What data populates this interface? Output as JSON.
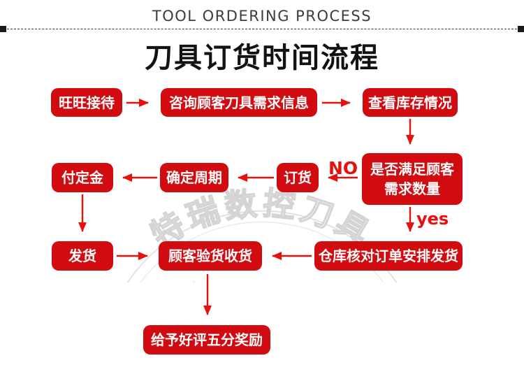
{
  "header": {
    "eyebrow": "TOOL ORDERING PROCESS",
    "title": "刀具订货时间流程"
  },
  "colors": {
    "box_red": "#d20b10",
    "arrow_red": "#e8100c",
    "box_text": "#ffffff",
    "header_text": "#3c3c3c",
    "title_text": "#121212",
    "watermark_gray": "#d4d4d4"
  },
  "flowchart": {
    "nodes": [
      {
        "label": "旺旺接待"
      },
      {
        "label": "咨询顾客刀具需求信息"
      },
      {
        "label": "查看库存情况"
      },
      {
        "label": "是否满足顾客需求数量"
      },
      {
        "label": "订货"
      },
      {
        "label": "确定周期"
      },
      {
        "label": "付定金"
      },
      {
        "label": "发货"
      },
      {
        "label": "顾客验货收货"
      },
      {
        "label": "仓库核对订单安排发货"
      },
      {
        "label": "给予好评五分奖励"
      }
    ],
    "branch_labels": {
      "no": "NO",
      "yes": "yes"
    }
  },
  "watermark": {
    "text": "特瑞数控刀具"
  }
}
